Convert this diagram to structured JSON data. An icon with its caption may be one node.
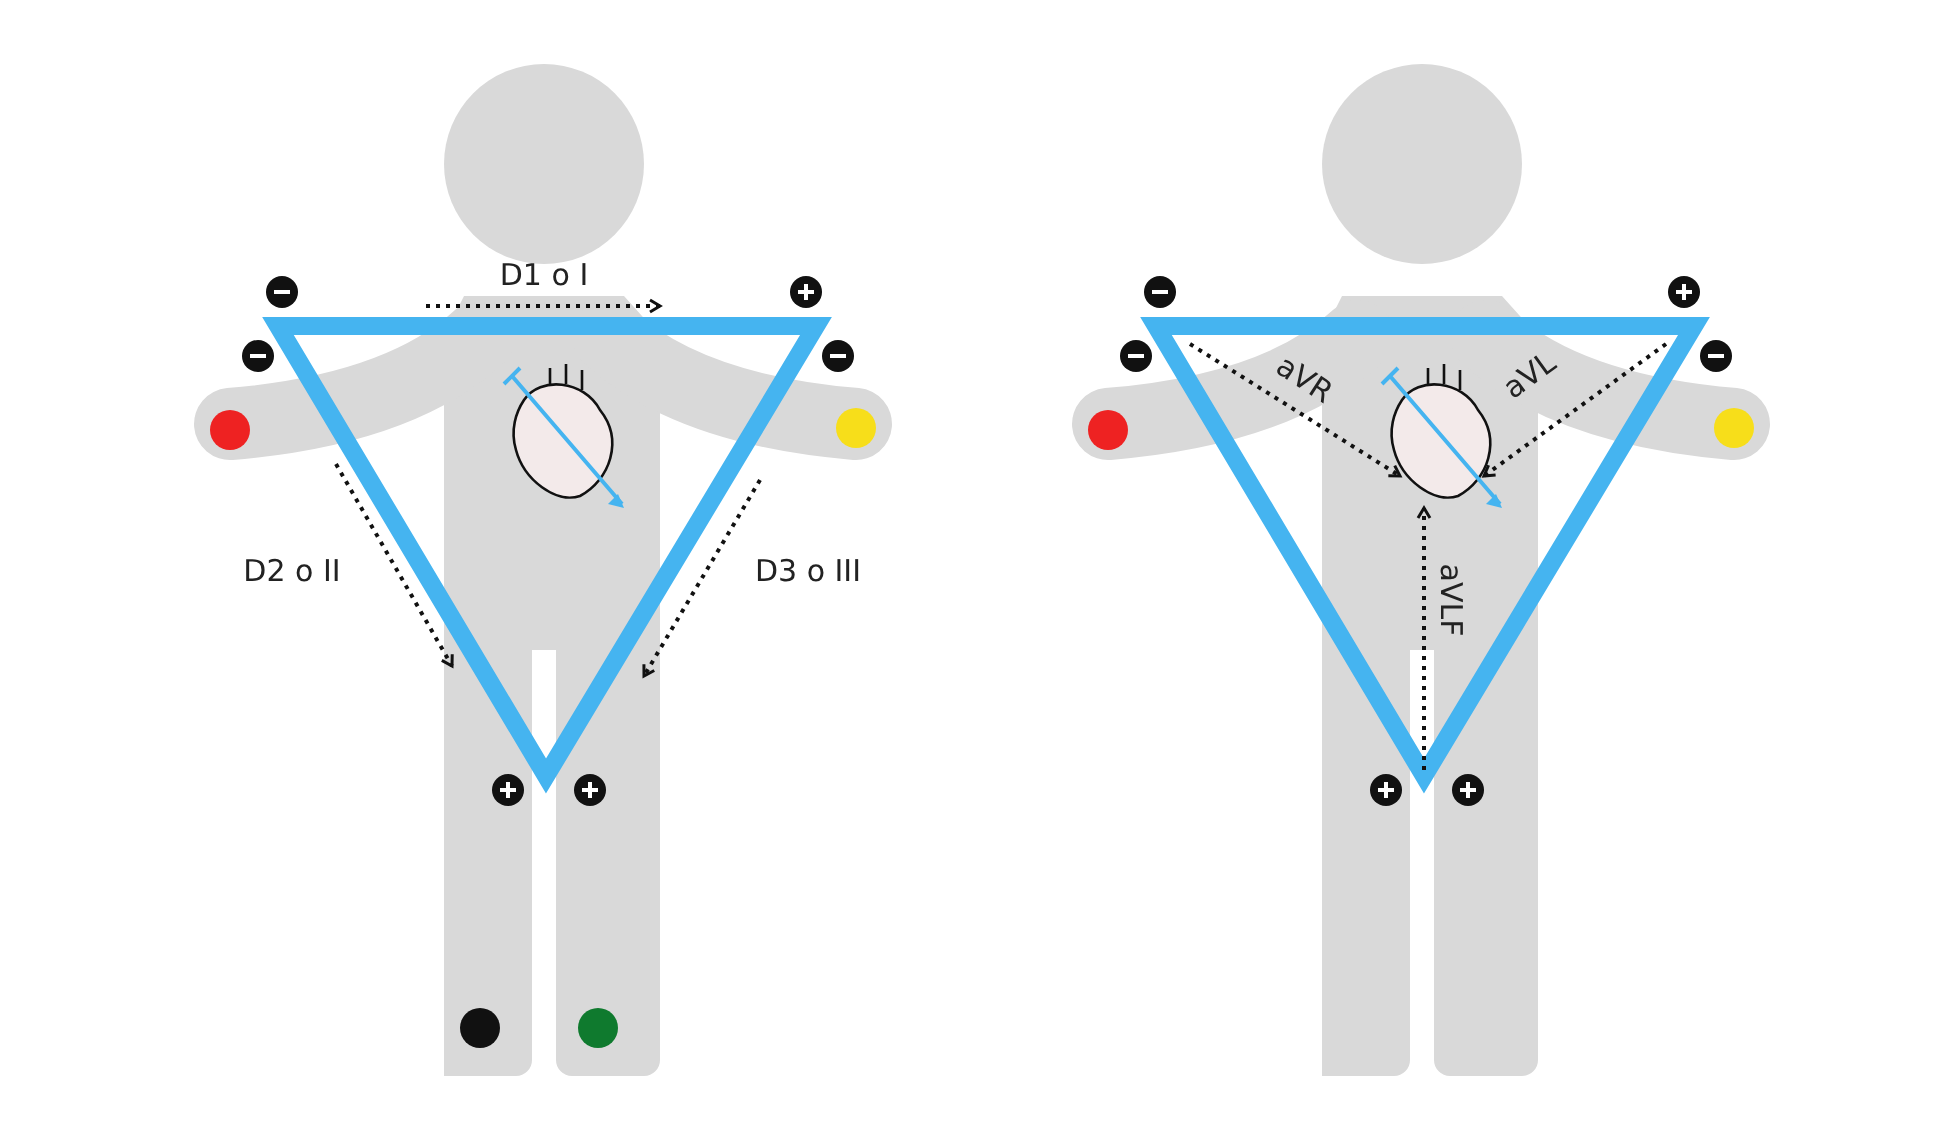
{
  "diagram": {
    "labels": [
      "D1 o I",
      "D2 o II",
      "D3 o III",
      "aVR",
      "aVL",
      "aVLF"
    ]
  }
}
